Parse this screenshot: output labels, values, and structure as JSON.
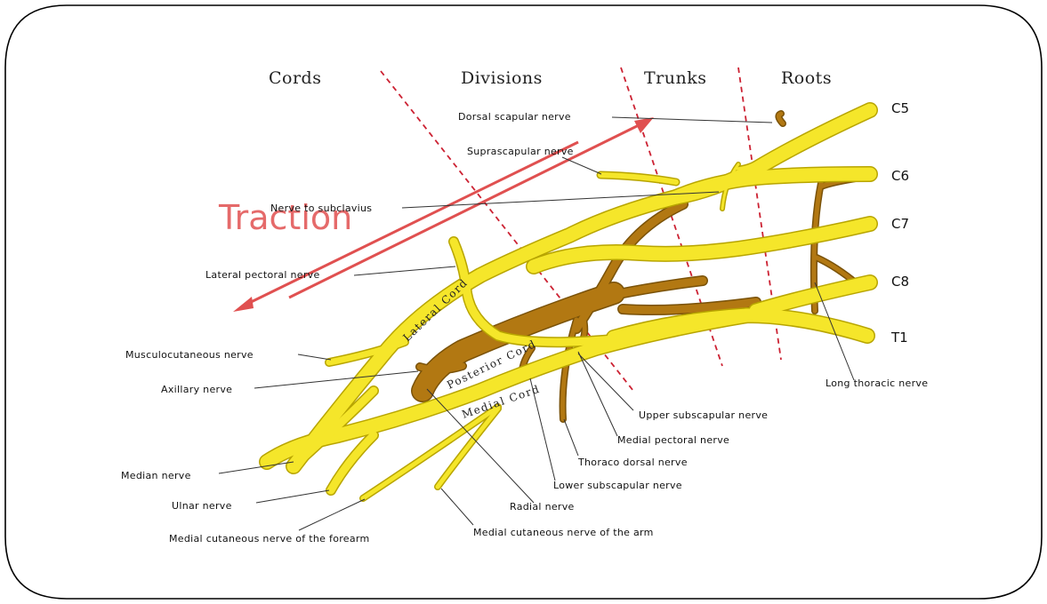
{
  "columns": [
    "Cords",
    "Divisions",
    "Trunks",
    "Roots"
  ],
  "roots": [
    "C5",
    "C6",
    "C7",
    "C8",
    "T1"
  ],
  "cords": [
    "Lateral Cord",
    "Posterior Cord",
    "Medial Cord"
  ],
  "annotation": "Traction",
  "nerves": {
    "dorsal_scapular": "Dorsal scapular nerve",
    "suprascapular": "Suprascapular nerve",
    "subclavius": "Nerve to subclavius",
    "lateral_pectoral": "Lateral pectoral nerve",
    "musculocutaneous": "Musculocutaneous nerve",
    "axillary": "Axillary nerve",
    "long_thoracic": "Long thoracic nerve",
    "upper_subscapular": "Upper subscapular nerve",
    "medial_pectoral": "Medial pectoral nerve",
    "thoracodorsal": "Thoraco dorsal nerve",
    "lower_subscapular": "Lower subscapular nerve",
    "median": "Median nerve",
    "ulnar": "Ulnar nerve",
    "radial": "Radial nerve",
    "medial_cutaneous_forearm": "Medial cutaneous nerve of the forearm",
    "medial_cutaneous_arm": "Medial cutaneous nerve of the arm"
  },
  "colors": {
    "nerve": "#f5e62a",
    "posterior": "#b27812",
    "divider": "#cc2233",
    "traction": "#e05050"
  }
}
